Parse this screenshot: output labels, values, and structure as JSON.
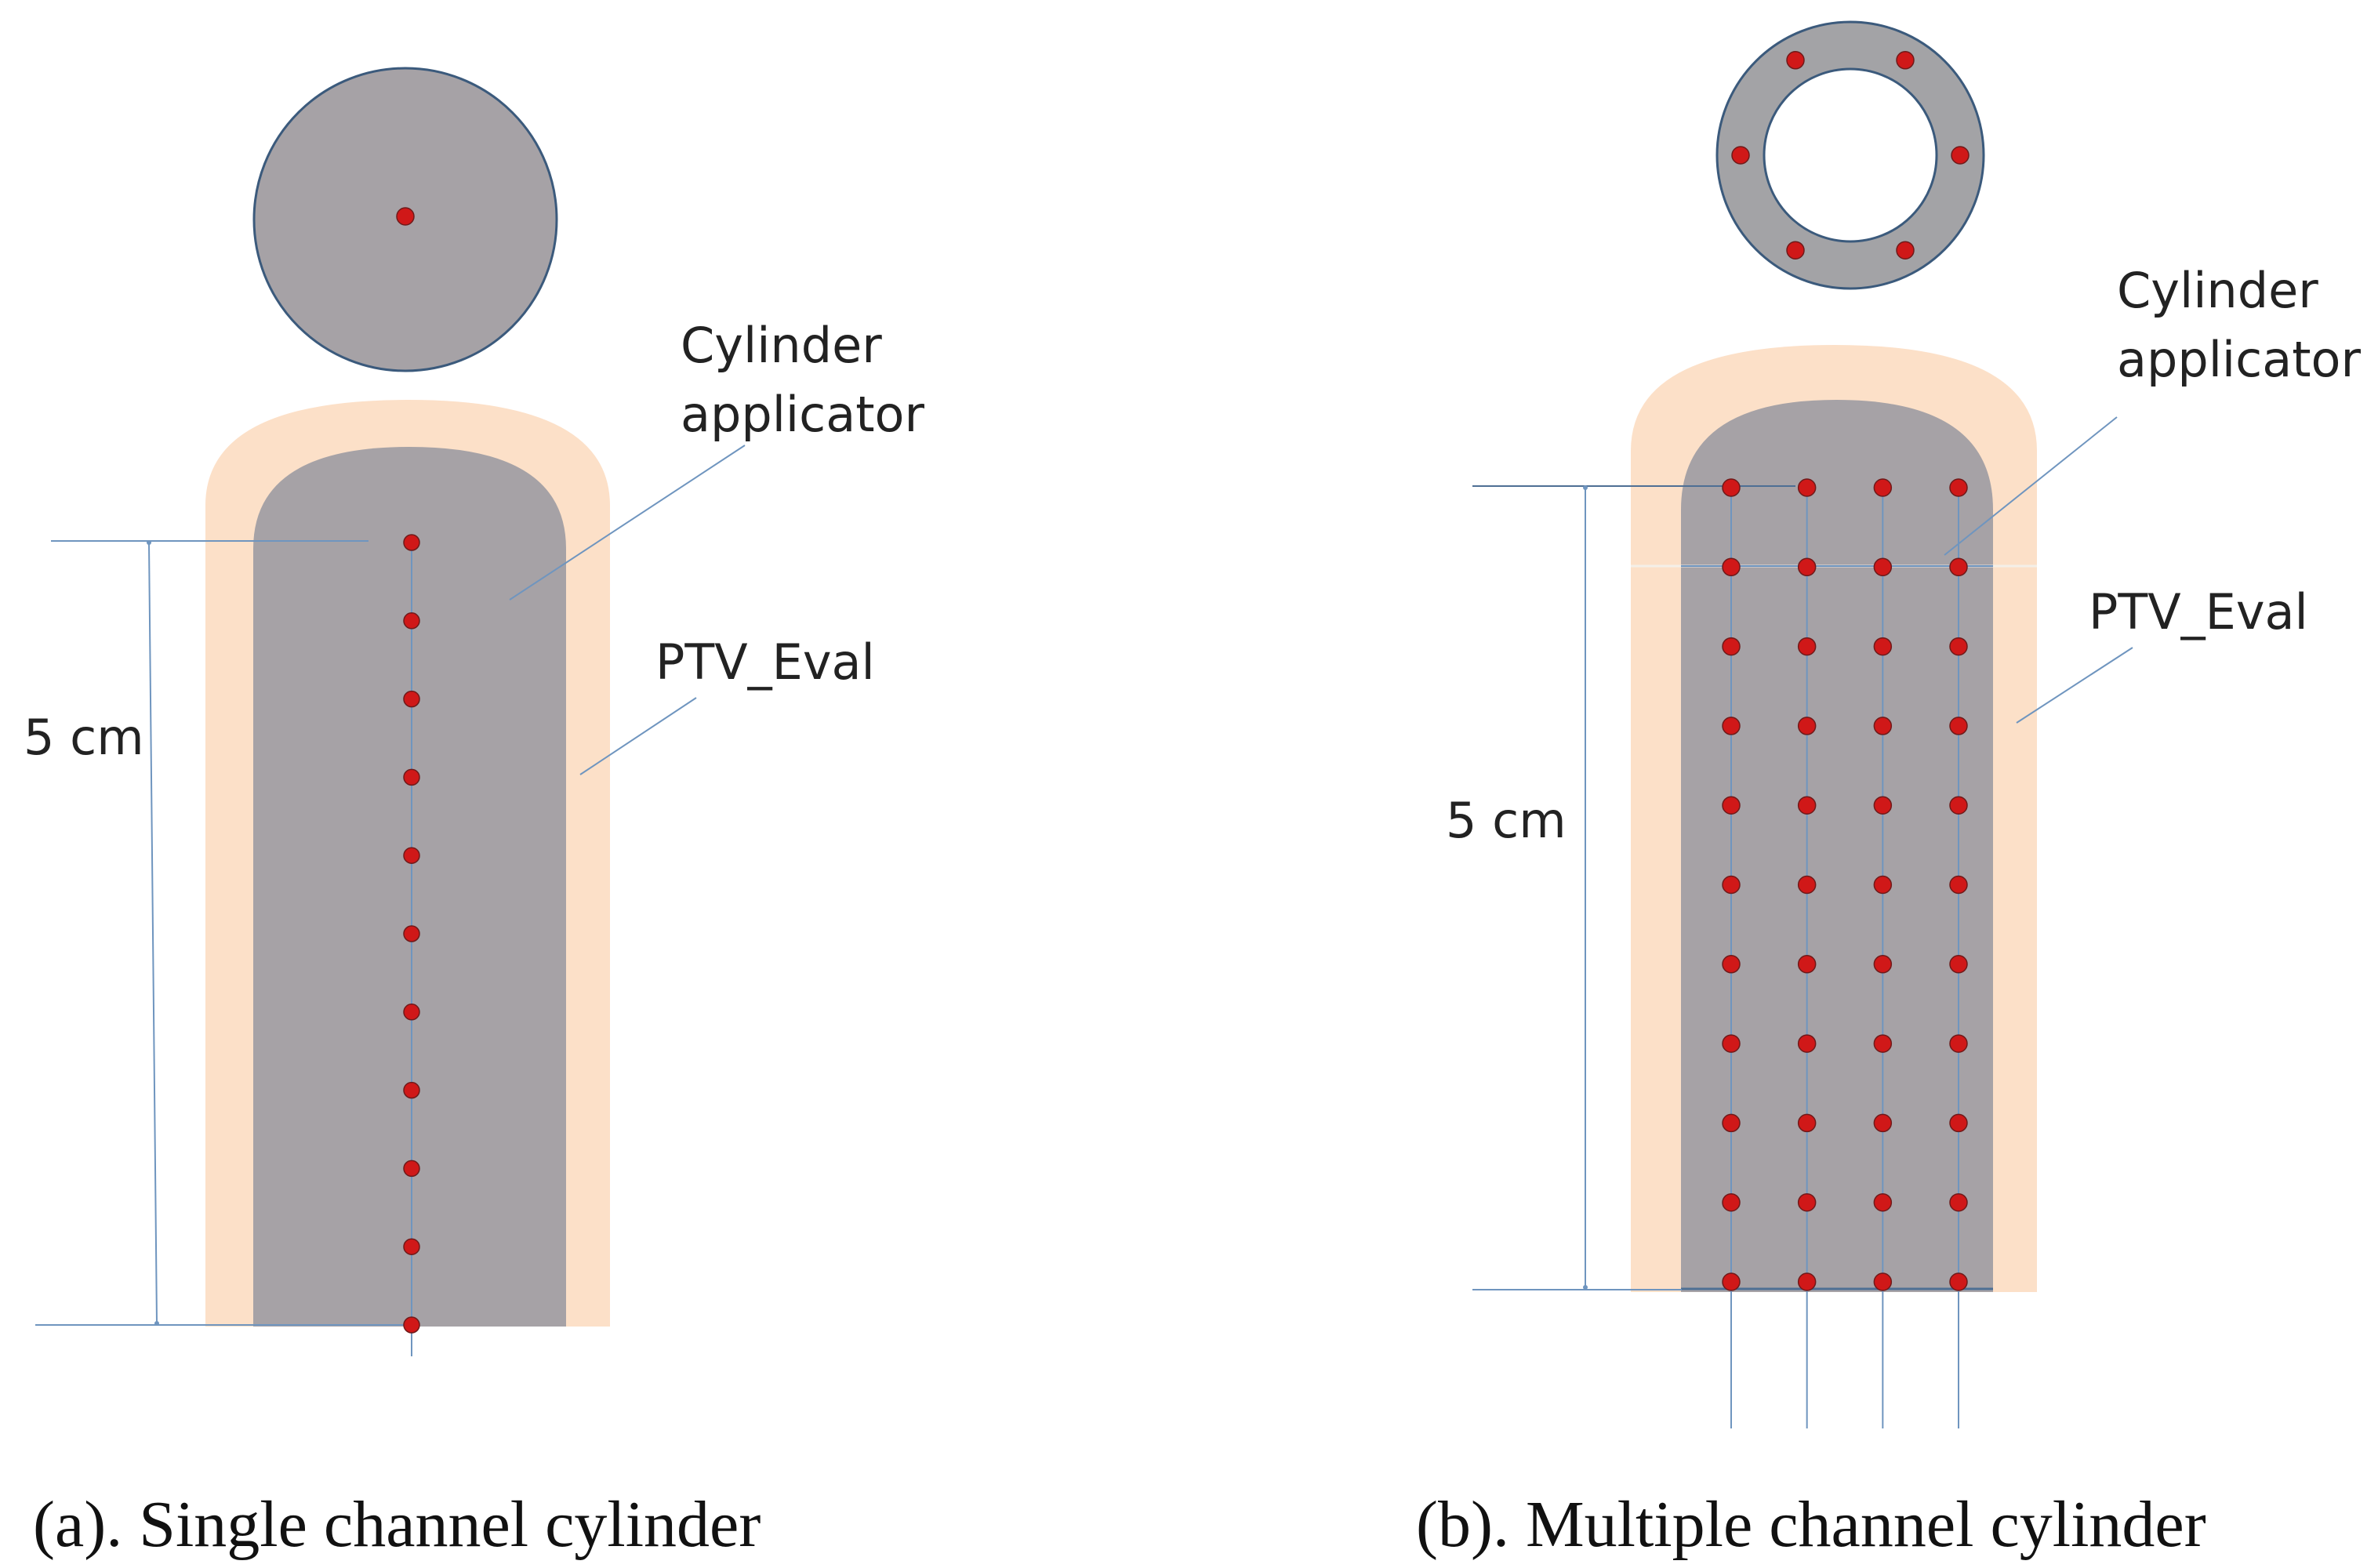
{
  "panel_a": {
    "caption": "(a). Single channel cylinder",
    "applicator_label_line1": "Cylinder",
    "applicator_label_line2": "applicator",
    "ptv_label": "PTV_Eval",
    "dimension_label": "5 cm",
    "dwell_positions": 11
  },
  "panel_b": {
    "caption": "(b). Multiple channel cylinder",
    "applicator_label_line1": "Cylinder",
    "applicator_label_line2": "applicator",
    "ptv_label": "PTV_Eval",
    "dimension_label": "5 cm",
    "channels": 4,
    "dwell_rows": 11,
    "ring_channels": 6
  },
  "colors": {
    "applicator": "#a6a2a6",
    "ptv": "#fce0c8",
    "source": "#d01818",
    "guide_line": "#6f95bf",
    "ring": "#a3a3a6",
    "outline": "#3b5a7c"
  }
}
